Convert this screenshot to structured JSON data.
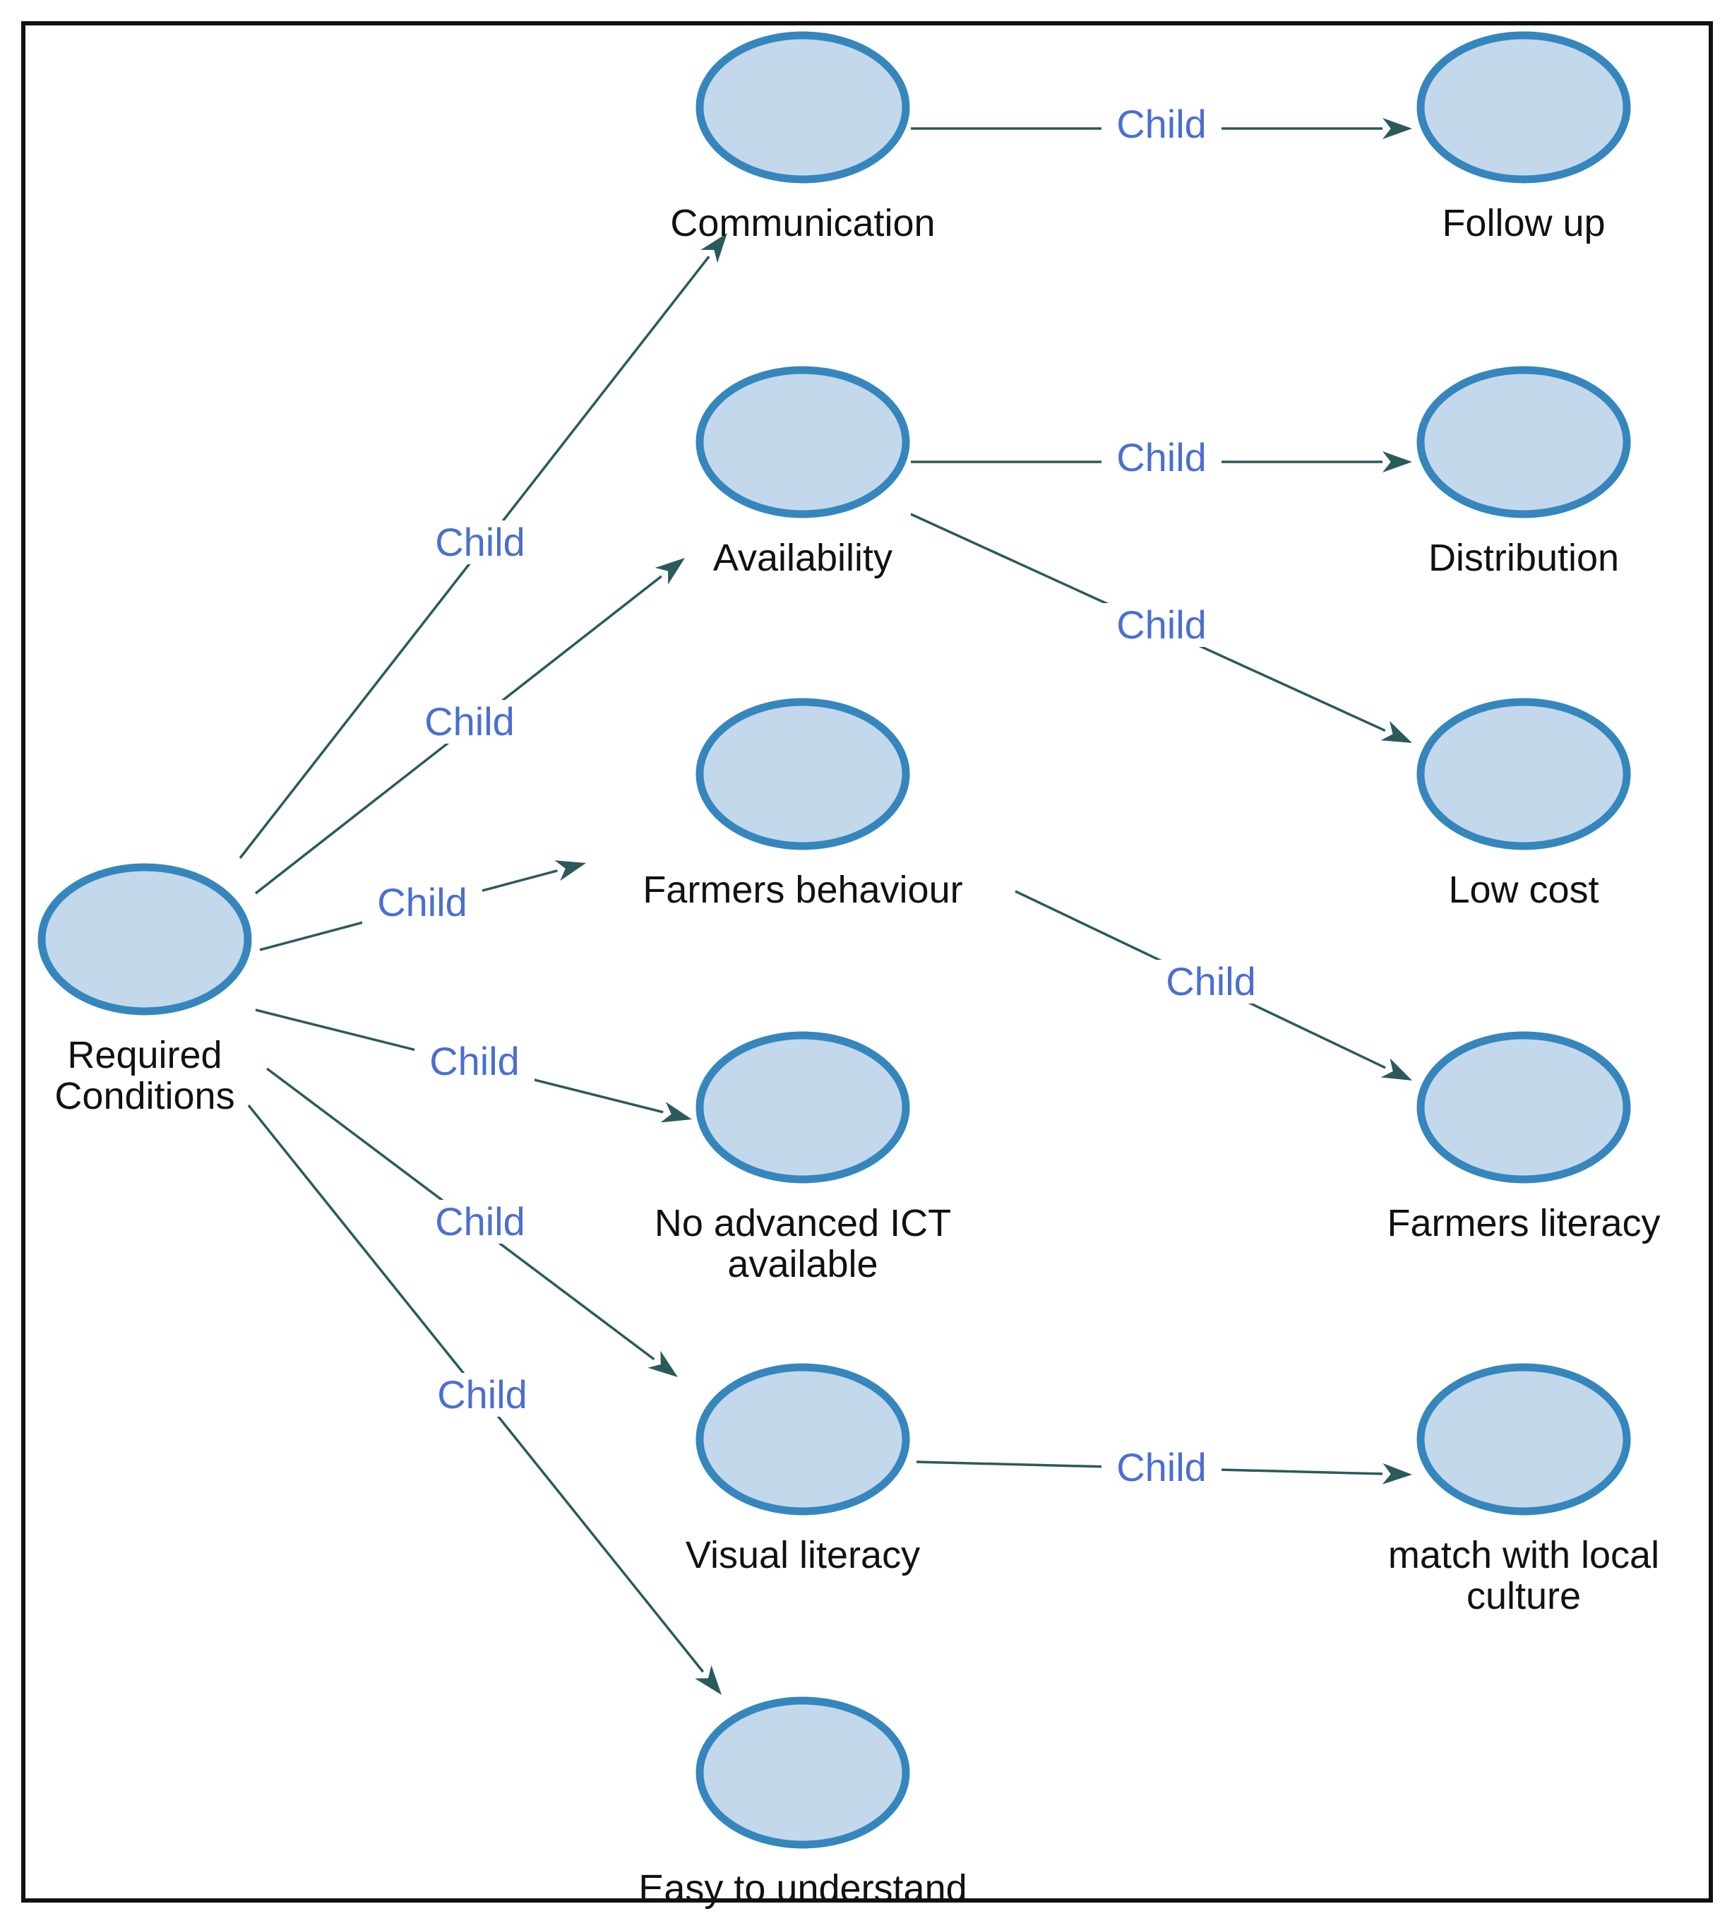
{
  "nodes": [
    {
      "id": "required",
      "label": [
        "Required",
        "Conditions"
      ]
    },
    {
      "id": "communication",
      "label": [
        "Communication"
      ]
    },
    {
      "id": "availability",
      "label": [
        "Availability"
      ]
    },
    {
      "id": "farmers_behaviour",
      "label": [
        "Farmers behaviour"
      ]
    },
    {
      "id": "no_ict",
      "label": [
        "No advanced ICT",
        "available"
      ]
    },
    {
      "id": "visual_literacy",
      "label": [
        "Visual literacy"
      ]
    },
    {
      "id": "easy",
      "label": [
        "Easy to understand"
      ]
    },
    {
      "id": "follow_up",
      "label": [
        "Follow up"
      ]
    },
    {
      "id": "distribution",
      "label": [
        "Distribution"
      ]
    },
    {
      "id": "low_cost",
      "label": [
        "Low cost"
      ]
    },
    {
      "id": "farmers_literacy",
      "label": [
        "Farmers literacy"
      ]
    },
    {
      "id": "local_culture",
      "label": [
        "match with local",
        "culture"
      ]
    }
  ],
  "edges": [
    {
      "from": "required",
      "to": "communication",
      "label": "Child"
    },
    {
      "from": "required",
      "to": "availability",
      "label": "Child"
    },
    {
      "from": "required",
      "to": "farmers_behaviour",
      "label": "Child"
    },
    {
      "from": "required",
      "to": "no_ict",
      "label": "Child"
    },
    {
      "from": "required",
      "to": "visual_literacy",
      "label": "Child"
    },
    {
      "from": "required",
      "to": "easy",
      "label": "Child"
    },
    {
      "from": "communication",
      "to": "follow_up",
      "label": "Child"
    },
    {
      "from": "availability",
      "to": "distribution",
      "label": "Child"
    },
    {
      "from": "availability",
      "to": "low_cost",
      "label": "Child"
    },
    {
      "from": "farmers_behaviour",
      "to": "farmers_literacy",
      "label": "Child"
    },
    {
      "from": "visual_literacy",
      "to": "local_culture",
      "label": "Child"
    }
  ]
}
